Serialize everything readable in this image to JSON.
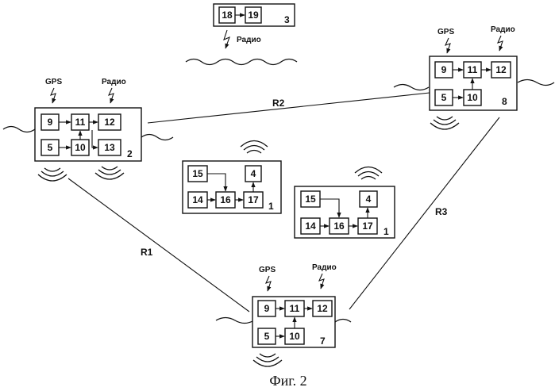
{
  "caption": "Фиг. 2",
  "range_labels": {
    "r1": "R1",
    "r2": "R2",
    "r3": "R3"
  },
  "tags": {
    "gps": "GPS",
    "radio": "Радио"
  },
  "station_2": {
    "number": "2",
    "blocks": [
      "9",
      "11",
      "12",
      "5",
      "10",
      "13"
    ]
  },
  "station_8": {
    "number": "8",
    "blocks": [
      "9",
      "11",
      "12",
      "5",
      "10"
    ]
  },
  "station_7": {
    "number": "7",
    "blocks": [
      "9",
      "11",
      "12",
      "5",
      "10"
    ]
  },
  "unit_3": {
    "number": "3",
    "blocks": [
      "18",
      "19"
    ]
  },
  "unit_1a": {
    "number": "1",
    "blocks": [
      "15",
      "4",
      "14",
      "16",
      "17"
    ]
  },
  "unit_1b": {
    "number": "1",
    "blocks": [
      "15",
      "4",
      "14",
      "16",
      "17"
    ]
  }
}
